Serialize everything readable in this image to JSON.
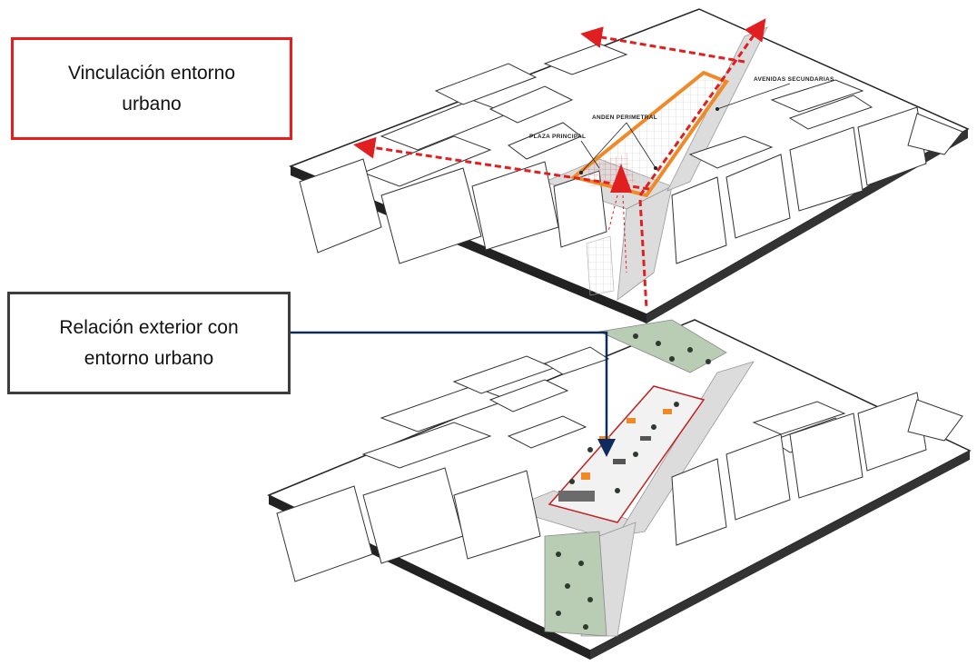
{
  "callouts": {
    "top": "Vinculación entorno urbano",
    "bottom": "Relación exterior con entorno urbano"
  },
  "labels": {
    "avenidas": "AVENIDAS SECUNDARIAS",
    "anden": "ANDEN PERIMETRAL",
    "plaza": "PLAZA PRINCIPAL"
  },
  "colors": {
    "top_callout_border": "#e81c1c",
    "bottom_callout_border": "#3d3d3d",
    "flow_arrows": "#e02020",
    "perimeter": "#f08a28",
    "connector_line": "#0f2a5c",
    "green_area": "#b9ccb4",
    "street": "#dcdcdc"
  }
}
